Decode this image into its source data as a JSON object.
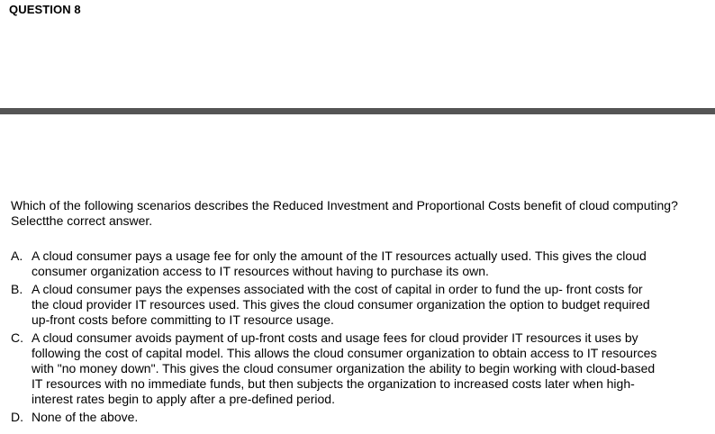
{
  "question": {
    "header": "QUESTION 8",
    "text": "Which of the following scenarios describes the Reduced Investment and Proportional Costs benefit of cloud computing? Selectthe correct answer."
  },
  "options": [
    {
      "letter": "A.",
      "text": "A cloud consumer pays a usage fee for only the amount of the IT resources actually used. This gives the cloud consumer organization access to IT resources without having to purchase its own."
    },
    {
      "letter": "B.",
      "text": "A cloud consumer pays the expenses associated with the cost of capital in order to fund the up- front costs for the cloud provider IT resources used. This gives the cloud consumer organization the option to budget required up-front costs before committing to IT resource usage."
    },
    {
      "letter": "C.",
      "text": "A cloud consumer avoids payment of up-front costs and usage fees for cloud provider IT resources it uses by following the cost of capital model. This allows the cloud consumer organization to obtain access to IT resources with \"no money down\". This gives the cloud consumer organization the ability to begin working with cloud-based IT resources with no immediate funds, but then subjects the organization to increased costs later when high-interest rates begin to apply after a pre-defined period."
    },
    {
      "letter": "D.",
      "text": "None of the above."
    }
  ]
}
